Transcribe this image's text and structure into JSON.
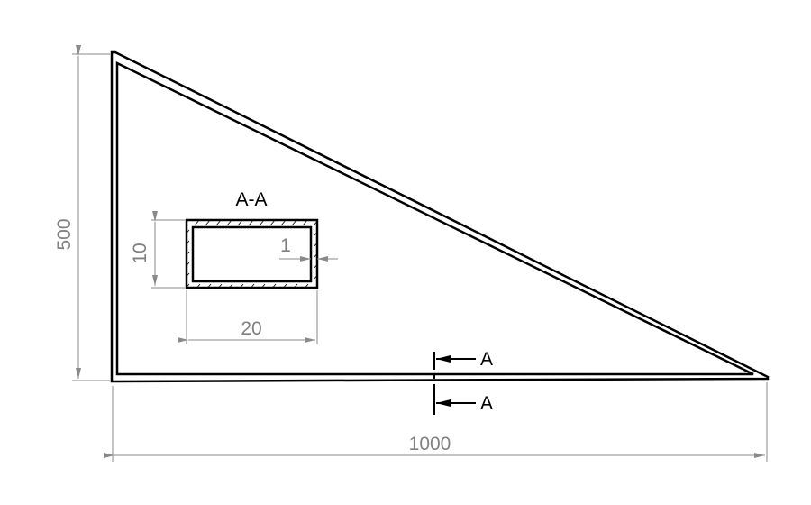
{
  "drawing": {
    "section_title": "A-A",
    "section_marker_label": "A",
    "dimensions": {
      "height": "500",
      "length": "1000",
      "profile_width": "20",
      "profile_height": "10",
      "wall_thickness": "1"
    }
  },
  "colors": {
    "object": "#000000",
    "dimension": "#808080"
  }
}
